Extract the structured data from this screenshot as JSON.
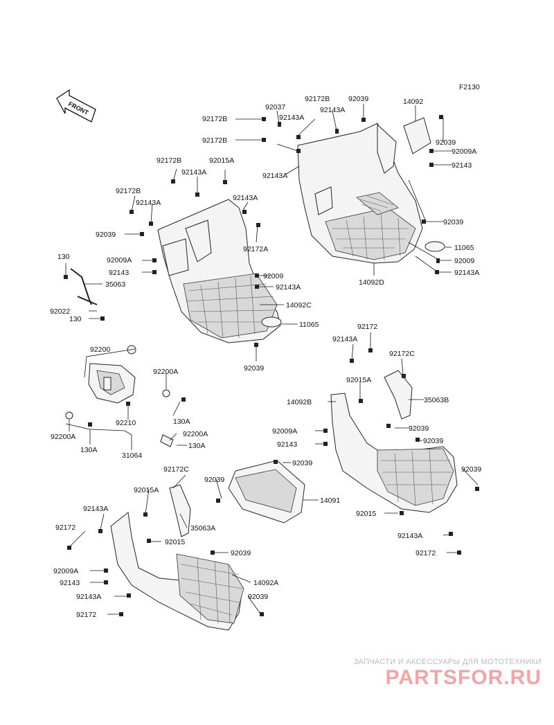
{
  "figure_code": "F2130",
  "front_marker": "FRONT",
  "labels": {
    "92172B_1": "92172B",
    "92039_1": "92039",
    "92037": "92037",
    "92143A_1": "92143A",
    "92172B_2": "92172B",
    "92143A_2": "92143A",
    "14092": "14092",
    "92039_2": "92039",
    "92009A_1": "92009A",
    "92143_1": "92143",
    "92039_3": "92039",
    "11065_1": "11065",
    "92009_1": "92009",
    "92143A_3": "92143A",
    "14092D": "14092D",
    "92172B_3": "92172B",
    "92015A_1": "92015A",
    "92143A_4": "92143A",
    "92172B_4": "92172B",
    "92143A_5": "92143A",
    "92143A_6": "92143A",
    "92039_4": "92039",
    "92172A": "92172A",
    "130_1": "130",
    "92009A_2": "92009A",
    "92143_2": "92143",
    "35063": "35063",
    "92009_2": "92009",
    "92143A_7": "92143A",
    "14092C": "14092C",
    "92022": "92022",
    "130_2": "130",
    "11065_2": "11065",
    "92039_5": "92039",
    "92172_1": "92172",
    "92143A_8": "92143A",
    "92172C_1": "92172C",
    "92200": "92200",
    "92200A_1": "92200A",
    "92015A_2": "92015A",
    "35063B": "35063B",
    "14092B": "14092B",
    "130A_1": "130A",
    "92210": "92210",
    "92039_6": "92039",
    "92009A_3": "92009A",
    "92200A_2": "92200A",
    "92200A_3": "92200A",
    "130A_2": "130A",
    "92039_7": "92039",
    "92143_3": "92143",
    "130A_3": "130A",
    "31064": "31064",
    "92039_8": "92039",
    "92172C_2": "92172C",
    "92039_9": "92039",
    "92039_10": "92039",
    "14091": "14091",
    "92015A_3": "92015A",
    "92015_1": "92015",
    "92143A_9": "92143A",
    "35063A": "35063A",
    "92172_2": "92172",
    "92015_2": "92015",
    "92143A_10": "92143A",
    "92172_3": "92172",
    "92039_11": "92039",
    "92009A_4": "92009A",
    "14092A": "14092A",
    "92143_4": "92143",
    "92143A_11": "92143A",
    "92039_12": "92039",
    "92172_4": "92172"
  },
  "watermark": {
    "tagline": "ЗАПЧАСТИ И АКСЕССУАРЫ ДЛЯ МОТОТЕХНИКИ",
    "brand": "PARTSFOR.RU"
  }
}
